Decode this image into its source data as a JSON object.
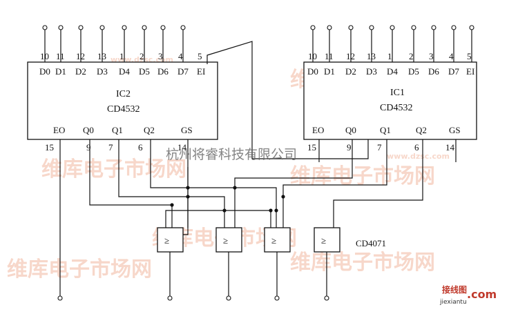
{
  "ic2": {
    "title": "IC2",
    "part": "CD4532",
    "top_pins": [
      "10",
      "11",
      "12",
      "13",
      "1",
      "2",
      "3",
      "4",
      "5"
    ],
    "top_signals": [
      "D0",
      "D1",
      "D2",
      "D3",
      "D4",
      "D5",
      "D6",
      "D7",
      "EI"
    ],
    "bottom_signals": [
      "EO",
      "Q0",
      "Q1",
      "Q2",
      "GS"
    ],
    "bottom_pins": [
      "15",
      "9",
      "7",
      "6",
      "14"
    ]
  },
  "ic1": {
    "title": "IC1",
    "part": "CD4532",
    "top_pins": [
      "10",
      "11",
      "12",
      "13",
      "1",
      "2",
      "3",
      "4",
      "5"
    ],
    "top_signals": [
      "D0",
      "D1",
      "D2",
      "D3",
      "D4",
      "D5",
      "D6",
      "D7",
      "EI"
    ],
    "bottom_signals": [
      "EO",
      "Q0",
      "Q1",
      "Q2",
      "GS"
    ],
    "bottom_pins": [
      "15",
      "9",
      "7",
      "6",
      "14"
    ]
  },
  "or_gate_symbol": "≥",
  "or_chip_label": "CD4071",
  "overlay_text": "杭州将睿科技有限公司",
  "watermark_text": "维库电子市场网",
  "watermark_url": "www.dzsc.com",
  "logo": {
    "cn": "接线图",
    "domain": "jiexiantu",
    "suffix": ".com"
  }
}
